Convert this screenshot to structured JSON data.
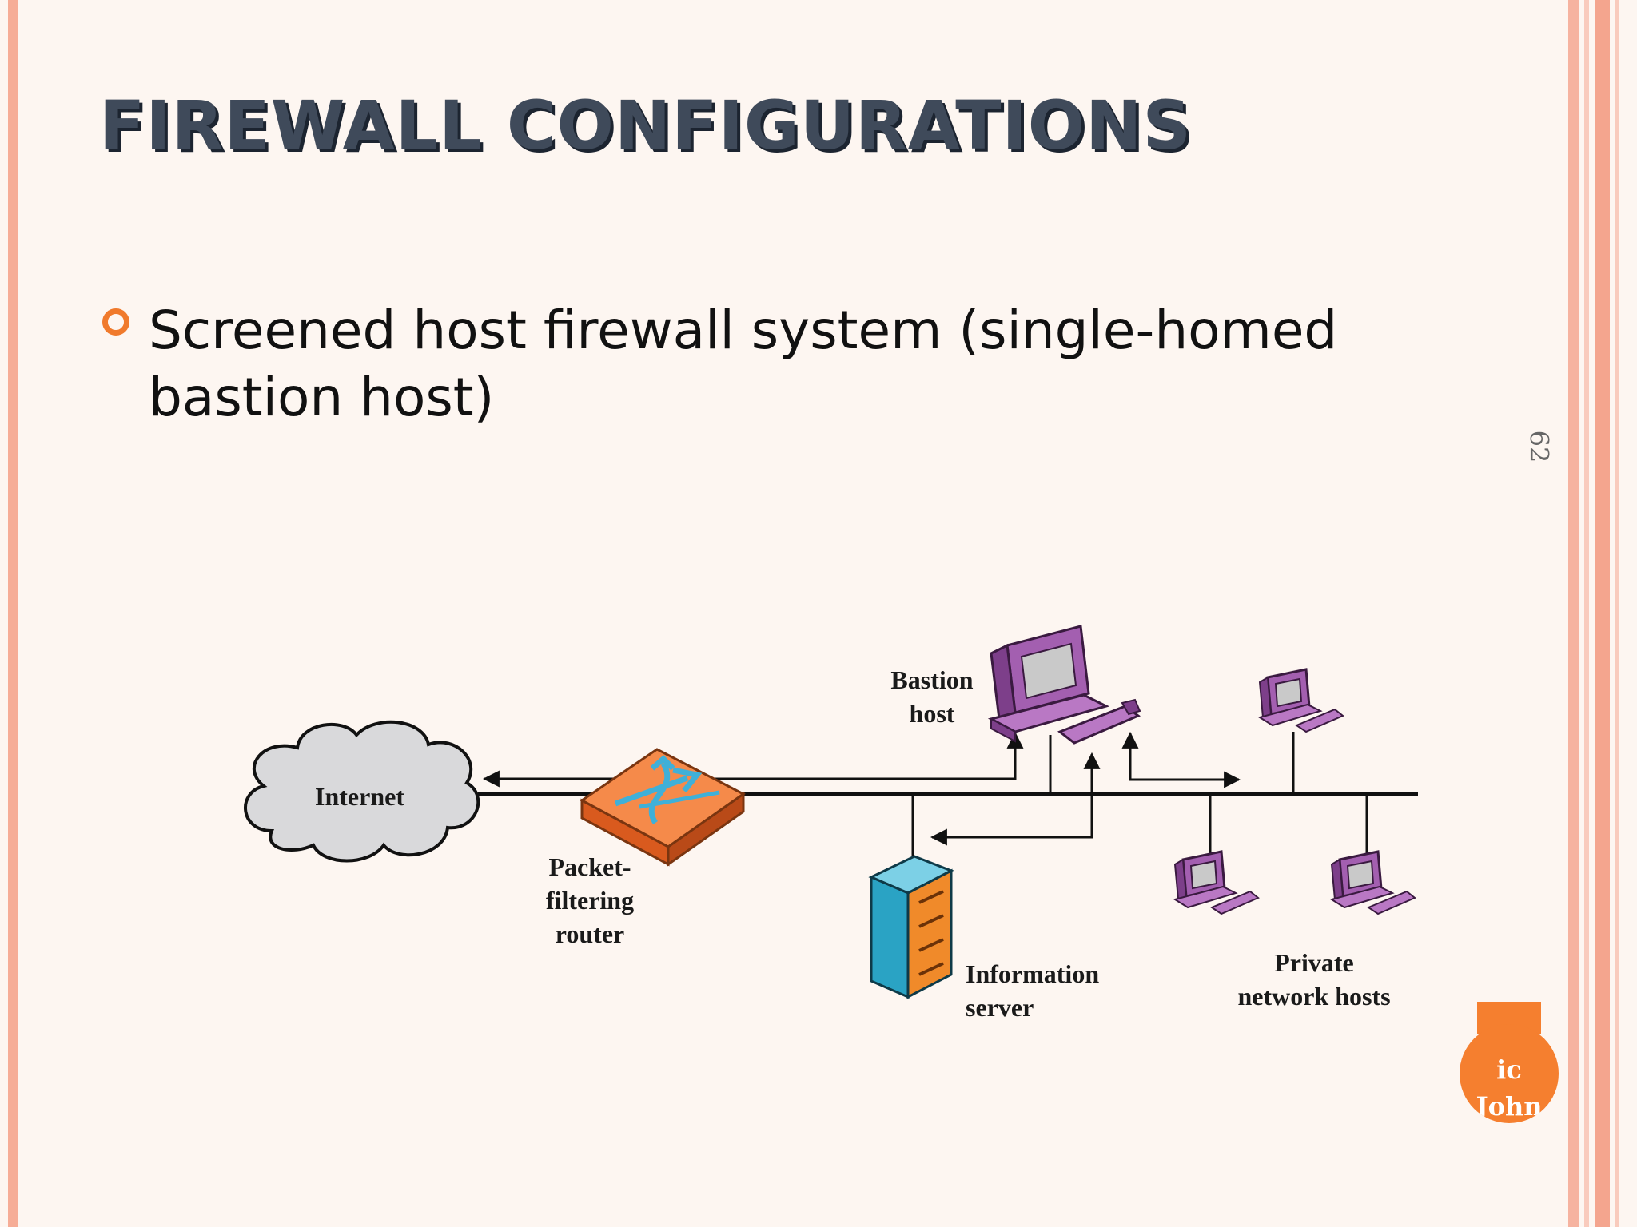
{
  "slide": {
    "title": "FIREWALL CONFIGURATIONS",
    "bullet": "Screened host firewall system (single-homed bastion host)",
    "page_number": "62",
    "badge_line1": "ic",
    "badge_line2": "John"
  },
  "diagram": {
    "internet": "Internet",
    "router_line1": "Packet-",
    "router_line2": "filtering",
    "router_line3": "router",
    "bastion_line1": "Bastion",
    "bastion_line2": "host",
    "server_line1": "Information",
    "server_line2": "server",
    "private_line1": "Private",
    "private_line2": "network hosts"
  },
  "colors": {
    "accent": "#f07a2c",
    "border": "#f6ad97",
    "router": "#f4793a",
    "server": "#2aa3c4",
    "workstation": "#a35fb0",
    "cloud": "#d9d9db"
  }
}
